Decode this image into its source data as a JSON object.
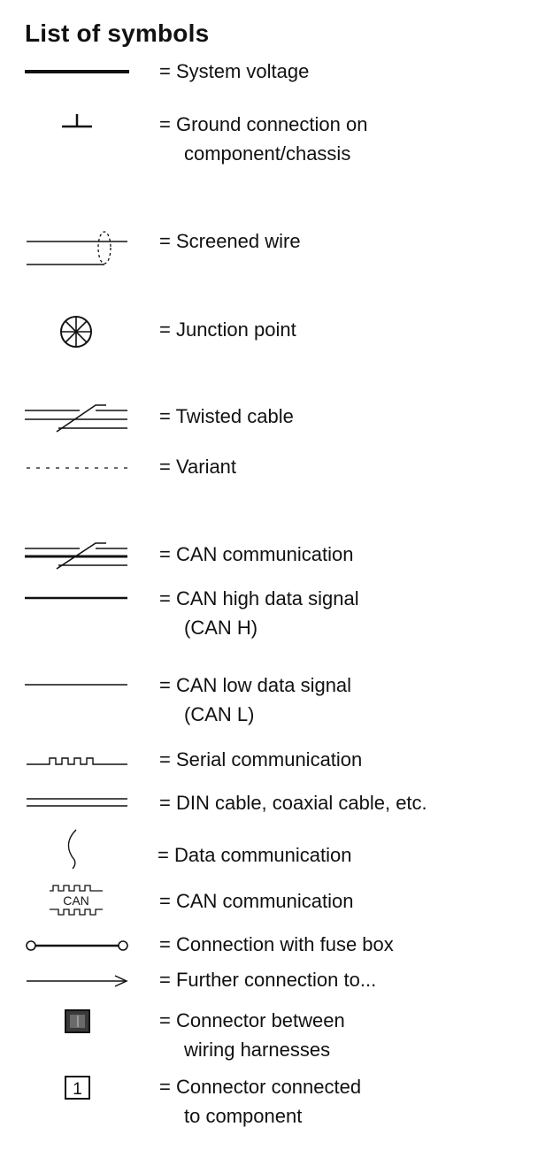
{
  "title": "List of symbols",
  "symbols": [
    {
      "icon": "system-voltage-line-icon",
      "line1": "= System voltage",
      "line2": ""
    },
    {
      "icon": "ground-connection-icon",
      "line1": "= Ground connection on",
      "line2": "component/chassis"
    },
    {
      "icon": "screened-wire-icon",
      "line1": "= Screened wire",
      "line2": ""
    },
    {
      "icon": "junction-point-icon",
      "line1": "= Junction point",
      "line2": ""
    },
    {
      "icon": "twisted-cable-icon",
      "line1": "= Twisted cable",
      "line2": ""
    },
    {
      "icon": "variant-dashed-line-icon",
      "line1": "= Variant",
      "line2": ""
    },
    {
      "icon": "can-communication-twisted-icon",
      "line1": "= CAN communication",
      "line2": ""
    },
    {
      "icon": "can-high-line-icon",
      "line1": "= CAN high data signal",
      "line2": "(CAN H)"
    },
    {
      "icon": "can-low-line-icon",
      "line1": "= CAN low data signal",
      "line2": "(CAN L)"
    },
    {
      "icon": "serial-communication-icon",
      "line1": "= Serial communication",
      "line2": ""
    },
    {
      "icon": "din-cable-icon",
      "line1": "= DIN cable, coaxial cable, etc.",
      "line2": ""
    },
    {
      "icon": "data-communication-icon",
      "line1": "= Data communication",
      "line2": ""
    },
    {
      "icon": "can-pulse-box-icon",
      "can_label": "CAN",
      "line1": "= CAN communication",
      "line2": ""
    },
    {
      "icon": "fuse-box-connection-icon",
      "line1": "= Connection with fuse box",
      "line2": ""
    },
    {
      "icon": "further-connection-arrow-icon",
      "line1": "= Further connection to...",
      "line2": ""
    },
    {
      "icon": "harness-connector-icon",
      "line1": "= Connector between",
      "line2": "wiring harnesses"
    },
    {
      "icon": "component-connector-icon",
      "connector_number": "1",
      "line1": "= Connector connected",
      "line2": "to component"
    }
  ]
}
